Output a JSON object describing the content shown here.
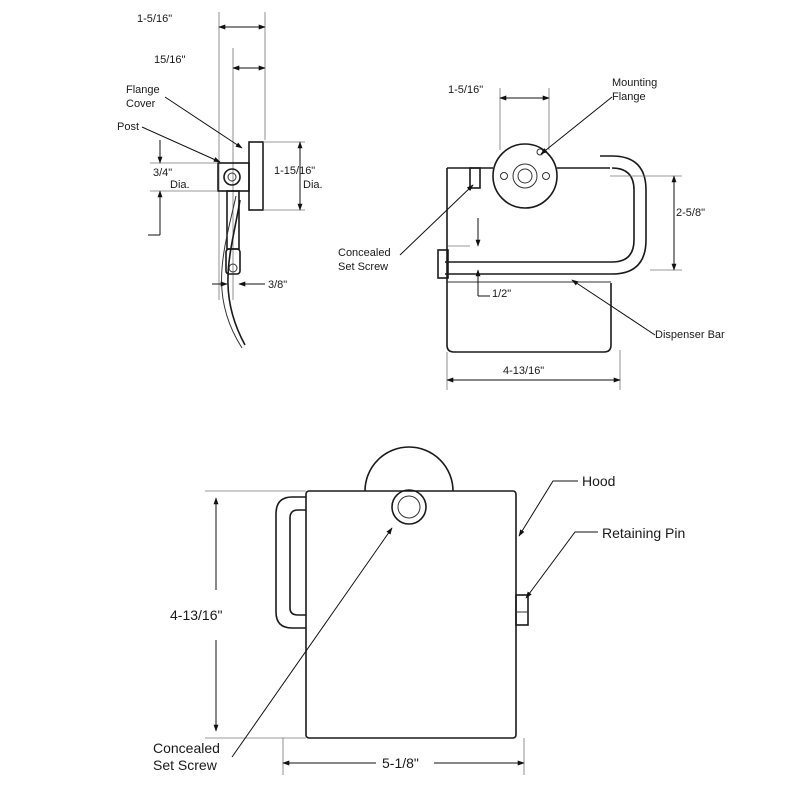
{
  "side_view": {
    "dim_overall_depth": "1-5/16\"",
    "dim_post_depth": "15/16\"",
    "label_flange_cover_1": "Flange",
    "label_flange_cover_2": "Cover",
    "label_post": "Post",
    "dim_post_dia": "3/4\"",
    "dim_post_dia_suffix": "Dia.",
    "dim_flange_dia": "1-15/16\"",
    "dim_flange_dia_suffix": "Dia.",
    "dim_bar_dia": "3/8\""
  },
  "top_view": {
    "dim_flange_width": "1-5/16\"",
    "label_mounting_flange_1": "Mounting",
    "label_mounting_flange_2": "Flange",
    "label_set_screw_1": "Concealed",
    "label_set_screw_2": "Set Screw",
    "dim_bar_projection": "2-5/8\"",
    "dim_bar_offset": "1/2\"",
    "label_dispenser_bar": "Dispenser Bar",
    "dim_overall_width": "4-13/16\""
  },
  "front_view": {
    "label_hood": "Hood",
    "label_retaining_pin": "Retaining Pin",
    "dim_height": "4-13/16\"",
    "label_set_screw_1": "Concealed",
    "label_set_screw_2": "Set Screw",
    "dim_width": "5-1/8\""
  }
}
